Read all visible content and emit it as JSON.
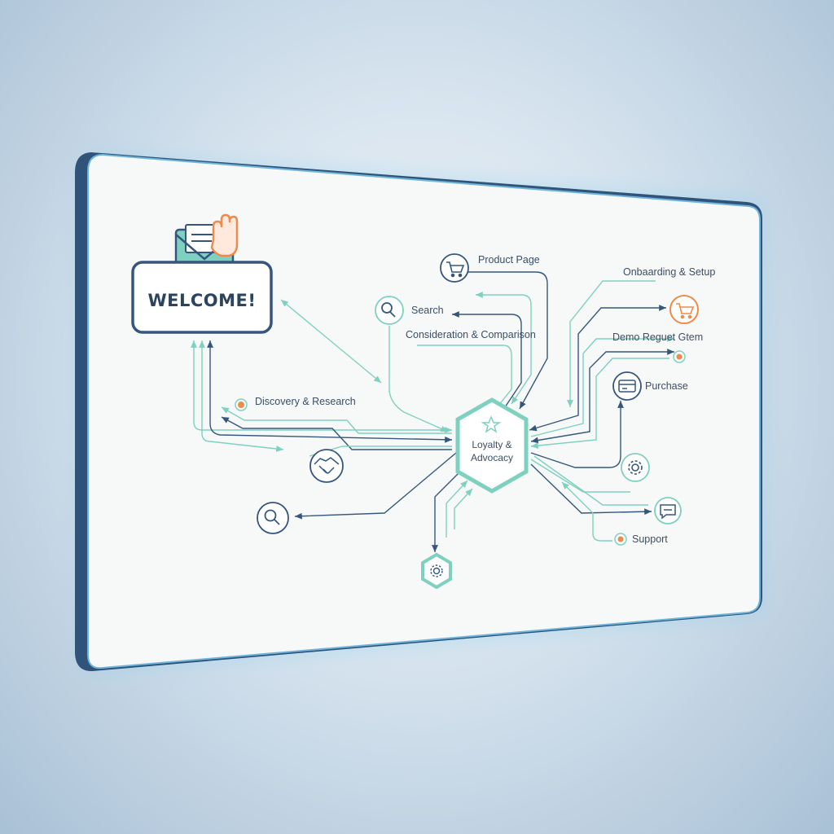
{
  "welcome": {
    "title": "WELCOME!"
  },
  "center": {
    "line1": "Loyalty &",
    "line2": "Advocacy"
  },
  "labels": {
    "product_page": "Product Page",
    "search": "Search",
    "consideration": "Consideration & Comparison",
    "discovery": "Discovery & Research",
    "onboarding": "Onbaarding & Setup",
    "demo_request": "Demo Reguet Gtem",
    "purchase": "Purchase",
    "support": "Support"
  },
  "icons": {
    "envelope": "envelope-icon",
    "hand": "hand-wave-icon",
    "cart": "cart-icon",
    "search": "magnifier-icon",
    "handshake": "handshake-icon",
    "card": "credit-card-icon",
    "gear": "gear-icon",
    "chat": "chat-icon",
    "star": "star-icon",
    "badge": "gear-badge-icon"
  },
  "colors": {
    "navy": "#35577e",
    "teal": "#7fd1bf",
    "orange": "#f08a4b",
    "text": "#3b4f66"
  }
}
